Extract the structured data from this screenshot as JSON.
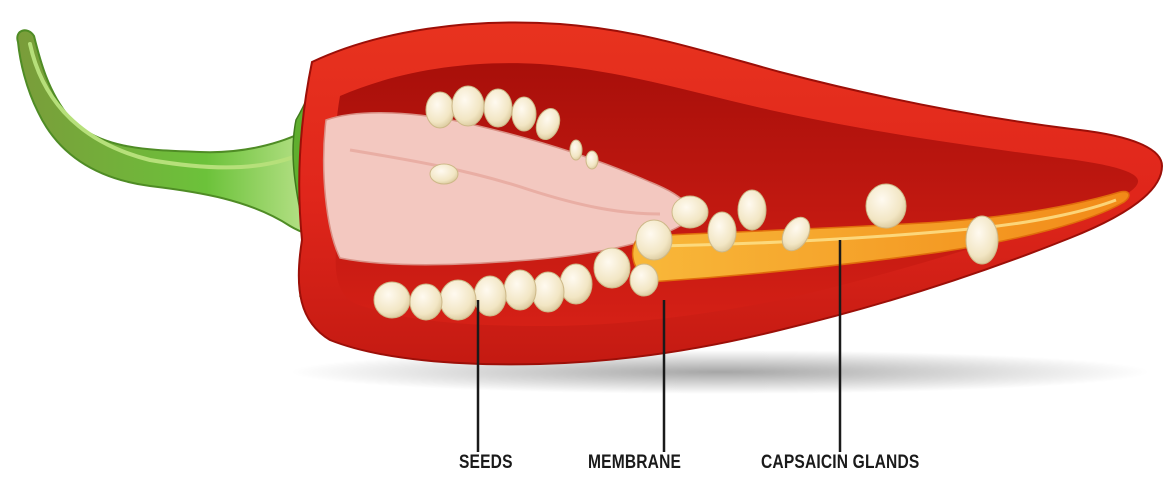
{
  "labels": {
    "seeds": "SEEDS",
    "membrane": "MEMBRANE",
    "capsaicin_glands": "CAPSAICIN GLANDS"
  },
  "colors": {
    "pepper_skin": "#e0261b",
    "pepper_dark": "#b5120c",
    "pepper_inner_wall": "#c9170f",
    "placenta": "#f3c8c0",
    "membrane": "#f7a21c",
    "seed": "#f2e6c4",
    "stem": "#6cc23a",
    "label_text": "#1a1a1a"
  },
  "icons": {
    "subject": "red-chili-pepper-cross-section"
  }
}
